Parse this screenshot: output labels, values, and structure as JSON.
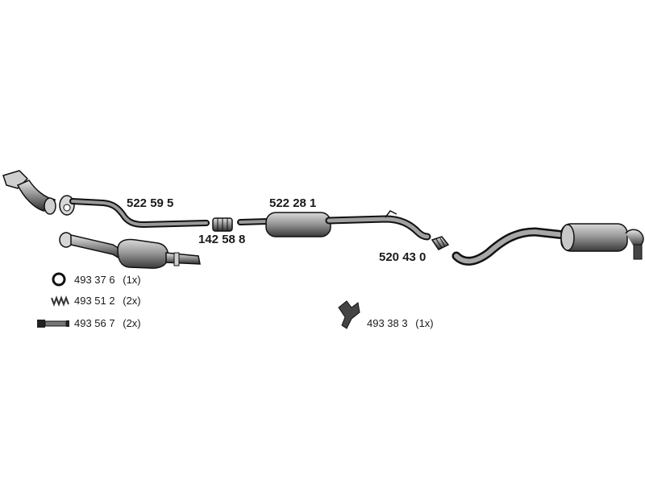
{
  "parts": {
    "front_pipe": "522 59 5",
    "connector": "142 58 8",
    "middle_silencer": "522 28 1",
    "intermediate_connector": "520 43 0"
  },
  "accessories": [
    {
      "code": "493 37 6",
      "qty": "(1x)",
      "icon": "ring-gasket-icon"
    },
    {
      "code": "493 51 2",
      "qty": "(2x)",
      "icon": "spring-icon"
    },
    {
      "code": "493 56 7",
      "qty": "(2x)",
      "icon": "bolt-icon"
    },
    {
      "code": "493 38 3",
      "qty": "(1x)",
      "icon": "rubber-hanger-icon"
    }
  ],
  "colors": {
    "metal_dark": "#3a3a3a",
    "metal_light": "#bdbdbd",
    "outline": "#111111"
  }
}
